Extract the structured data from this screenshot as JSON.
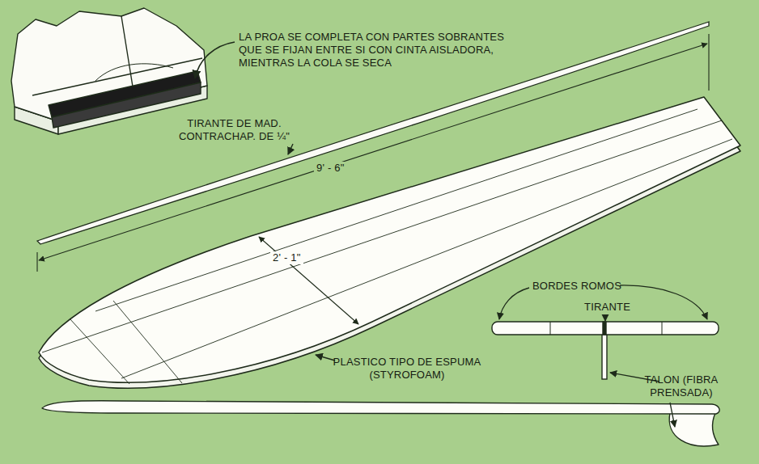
{
  "diagram": {
    "labels": [
      "LA PROA SE COMPLETA CON PARTES SOBRANTES QUE SE FIJAN ENTRE SI CON CINTA AISLADORA, MIENTRAS LA COLA SE SECA",
      "TIRANTE DE MAD. CONTRACHAP. DE ¼\"",
      "9' - 6\"",
      "2' - 1\"",
      "PLASTICO TIPO DE ESPUMA (STYROFOAM)",
      "BORDES ROMOS",
      "TIRANTE",
      "TALON (FIBRA PRENSADA)"
    ]
  }
}
